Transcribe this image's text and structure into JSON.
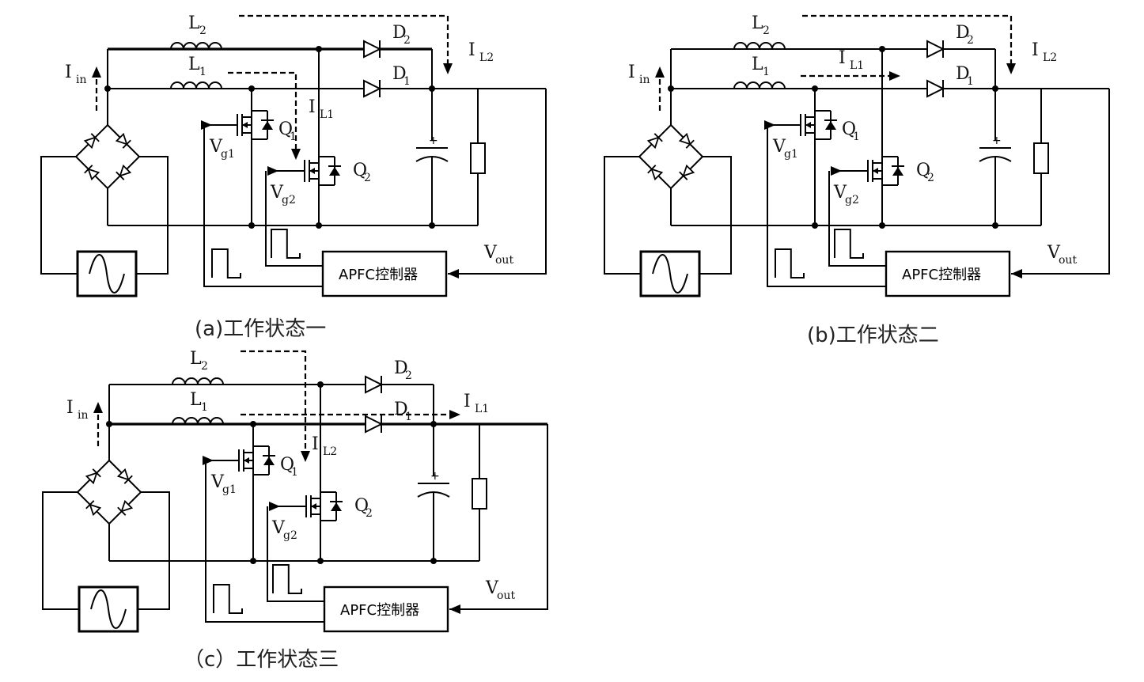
{
  "panels": [
    {
      "caption": "(a)工作状态一",
      "labels": {
        "l2": "L",
        "l2_sub": "2",
        "l1": "L",
        "l1_sub": "1",
        "d2": "D",
        "d2_sub": "2",
        "d1": "D",
        "d1_sub": "1",
        "q1": "Q",
        "q1_sub": "1",
        "q2": "Q",
        "q2_sub": "2",
        "vg1": "V",
        "vg1_sub": "g1",
        "vg2": "V",
        "vg2_sub": "g2",
        "iin": "I",
        "iin_sub": "in",
        "vout": "V",
        "vout_sub": "out",
        "i_a": "I",
        "i_a_sub": "L2",
        "i_b": "I",
        "i_b_sub": "L1"
      },
      "controller": "APFC控制器"
    },
    {
      "caption": "(b)工作状态二",
      "labels": {
        "l2": "L",
        "l2_sub": "2",
        "l1": "L",
        "l1_sub": "1",
        "d2": "D",
        "d2_sub": "2",
        "d1": "D",
        "d1_sub": "1",
        "q1": "Q",
        "q1_sub": "1",
        "q2": "Q",
        "q2_sub": "2",
        "vg1": "V",
        "vg1_sub": "g1",
        "vg2": "V",
        "vg2_sub": "g2",
        "iin": "I",
        "iin_sub": "in",
        "vout": "V",
        "vout_sub": "out",
        "i_a": "I",
        "i_a_sub": "L2",
        "i_b": "I",
        "i_b_sub": "L1"
      },
      "controller": "APFC控制器"
    },
    {
      "caption": "（c）工作状态三",
      "labels": {
        "l2": "L",
        "l2_sub": "2",
        "l1": "L",
        "l1_sub": "1",
        "d2": "D",
        "d2_sub": "2",
        "d1": "D",
        "d1_sub": "1",
        "q1": "Q",
        "q1_sub": "1",
        "q2": "Q",
        "q2_sub": "2",
        "vg1": "V",
        "vg1_sub": "g1",
        "vg2": "V",
        "vg2_sub": "g2",
        "iin": "I",
        "iin_sub": "in",
        "vout": "V",
        "vout_sub": "out",
        "i_a": "I",
        "i_a_sub": "L1",
        "i_b": "I",
        "i_b_sub": "L2"
      },
      "controller": "APFC控制器"
    }
  ]
}
